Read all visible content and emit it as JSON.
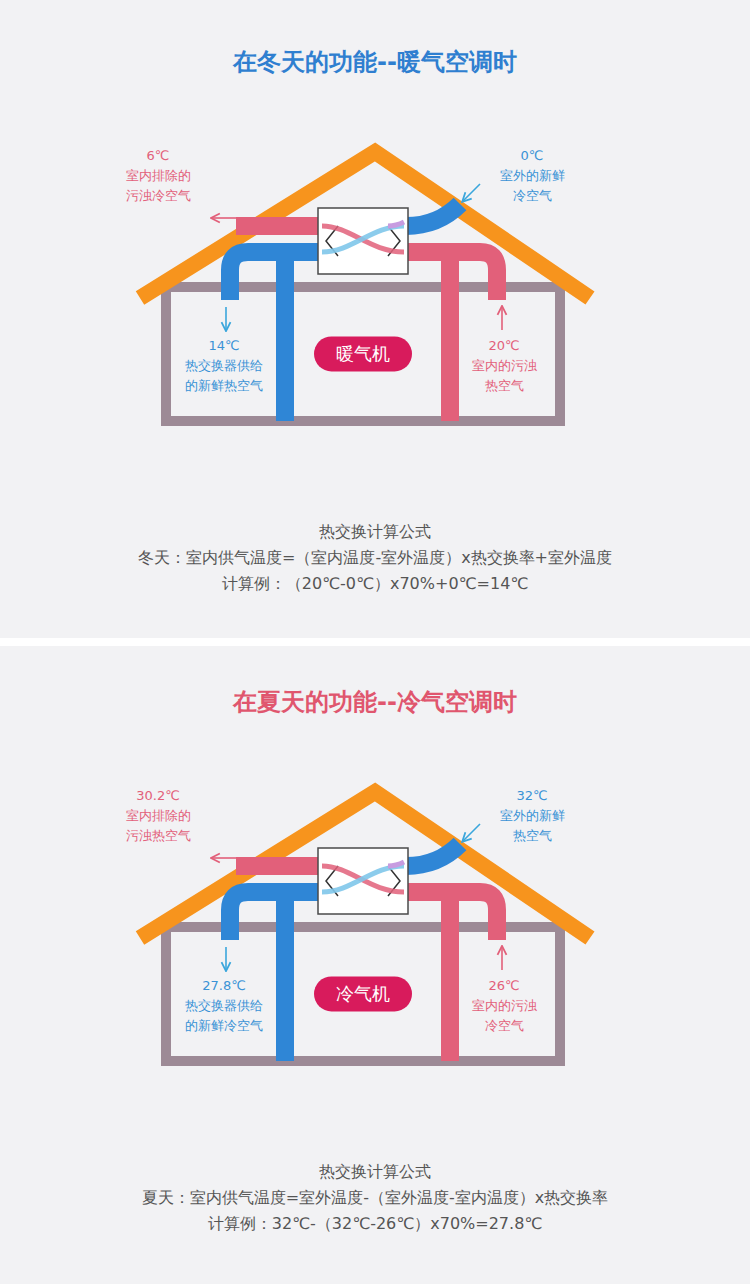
{
  "diagram": {
    "nodes": [
      {
        "text": [
          "暖气机"
        ]
      },
      {
        "text": [
          "冷气机"
        ]
      }
    ],
    "labels": [
      "在冬天的功能--暖气空调时",
      "6℃",
      "室内排除的 污浊冷空气",
      "0℃",
      "室外的新鲜 冷空气",
      "14℃",
      "热交换器供给 的新鲜热空气",
      "20℃",
      "室内的污浊 热空气",
      "热交换计算公式",
      "冬天：室内供气温度=（室内温度-室外温度）x热交换率+室外温度",
      "计算例：（20℃-0℃）x70%+0℃=14℃",
      "在夏天的功能--冷气空调时",
      "30.2℃",
      "室内排除的 污浊热空气",
      "32℃",
      "室外的新鲜 热空气",
      "27.8℃",
      "热交换器供给 的新鲜冷空气",
      "26℃",
      "室内的污浊 冷空气",
      "热交换计算公式",
      "夏天：室内供气温度=室外温度-（室外温度-室内温度）x热交换率",
      "计算例：32℃-（32℃-26℃）x70%=27.8℃"
    ]
  }
}
